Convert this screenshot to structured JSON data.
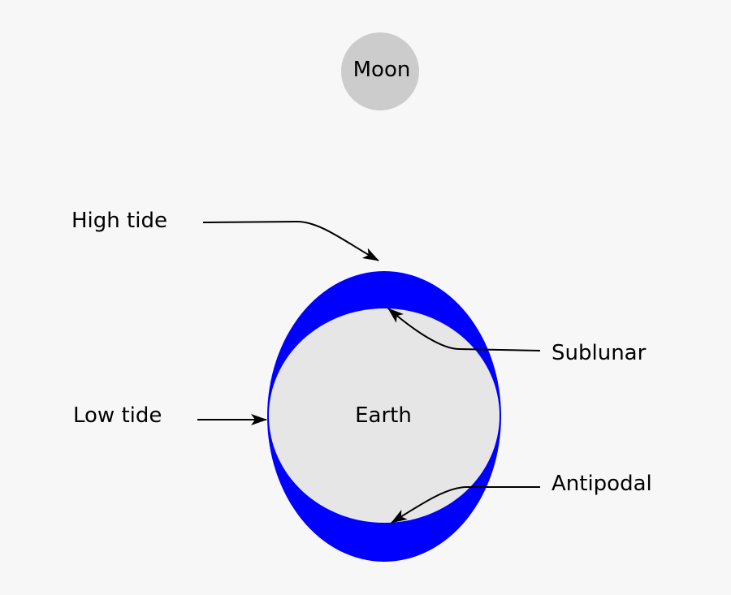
{
  "labels": {
    "moon": "Moon",
    "earth": "Earth",
    "high_tide": "High tide",
    "low_tide": "Low tide",
    "sublunar": "Sublunar",
    "antipodal": "Antipodal"
  },
  "colors": {
    "background": "#f7f7f8",
    "moon": "#cccccc",
    "earth": "#e6e6e7",
    "tidal_bulge": "#0000ff",
    "lines": "#000000"
  }
}
